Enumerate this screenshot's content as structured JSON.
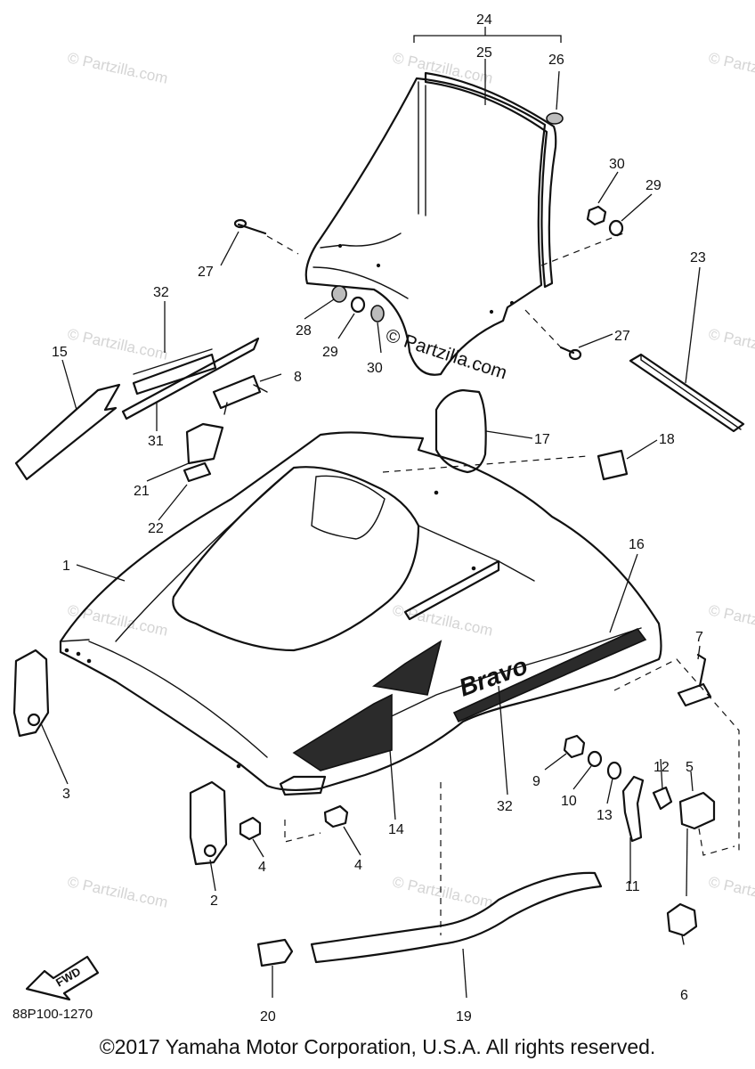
{
  "watermark": "© Partzilla.com",
  "watermark_center": "© Partzilla.com",
  "logo_text": "Bravo",
  "fwd_label": "FWD",
  "diagram_id": "88P100-1270",
  "copyright": "©2017 Yamaha Motor Corporation, U.S.A. All rights reserved.",
  "callouts": [
    "24",
    "25",
    "26",
    "30",
    "29",
    "27",
    "32",
    "8",
    "15",
    "31",
    "21",
    "22",
    "28",
    "29",
    "30",
    "27",
    "23",
    "17",
    "18",
    "1",
    "16",
    "7",
    "3",
    "2",
    "4",
    "4",
    "14",
    "32",
    "9",
    "10",
    "13",
    "12",
    "5",
    "11",
    "6",
    "20",
    "19"
  ]
}
